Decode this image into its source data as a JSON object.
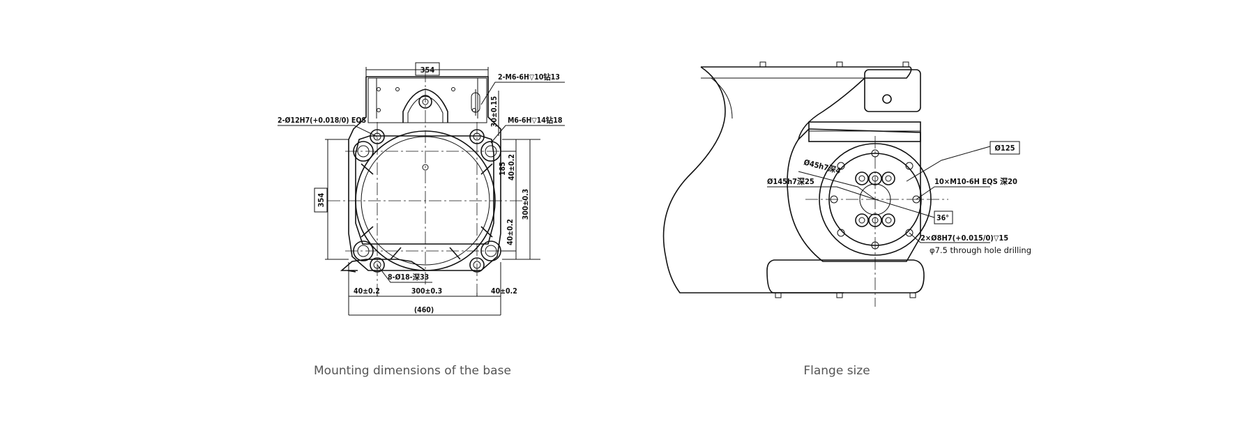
{
  "base": {
    "caption": "Mounting dimensions of the base",
    "labels": {
      "top_width": "354",
      "side_height": "354",
      "pin_holes": "2-Ø12H7(+0.018/0) EQS",
      "m6_top": "2-M6-6H▽10钻13",
      "m6_side": "M6-6H▽14钻18",
      "offset_30": "30±0.15",
      "dim_185": "185",
      "dim_40_upper": "40±0.2",
      "dim_300_vertical": "300±0.3",
      "dim_40_lower": "40±0.2",
      "bolt_holes": "8-Ø18-深33",
      "dim_40_left": "40±0.2",
      "dim_300_horizontal": "300±0.3",
      "dim_40_right": "40±0.2",
      "overall": "(460)"
    }
  },
  "flange": {
    "caption": "Flange size",
    "labels": {
      "d125": "Ø125",
      "d45": "Ø45h7深4",
      "d145": "Ø145h7深25",
      "threads": "10×M10-6H EQS 深20",
      "angle": "36°",
      "dowels": "2×Ø8H7(+0.015/0)▽15",
      "through_hole": "φ7.5 through hole drilling"
    }
  }
}
